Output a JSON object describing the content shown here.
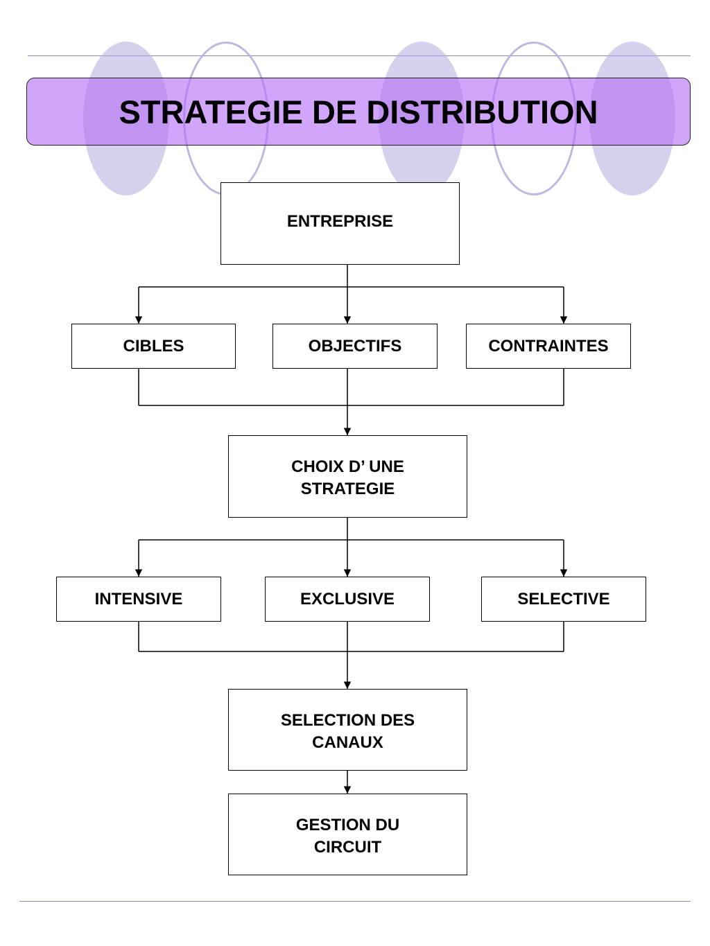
{
  "title": "STRATEGIE DE DISTRIBUTION",
  "nodes": {
    "entreprise": "ENTREPRISE",
    "cibles": "CIBLES",
    "objectifs": "OBJECTIFS",
    "contraintes": "CONTRAINTES",
    "choix": [
      "CHOIX D’ UNE",
      "STRATEGIE"
    ],
    "intensive": "INTENSIVE",
    "exclusive": "EXCLUSIVE",
    "selective": "SELECTIVE",
    "selection": [
      "SELECTION DES",
      "CANAUX"
    ],
    "gestion": [
      "GESTION DU",
      "CIRCUIT"
    ]
  },
  "colors": {
    "banner": "#b46ef5",
    "ellipse": "#b0acdc",
    "rule": "#8a86b8",
    "line": "#000000"
  }
}
